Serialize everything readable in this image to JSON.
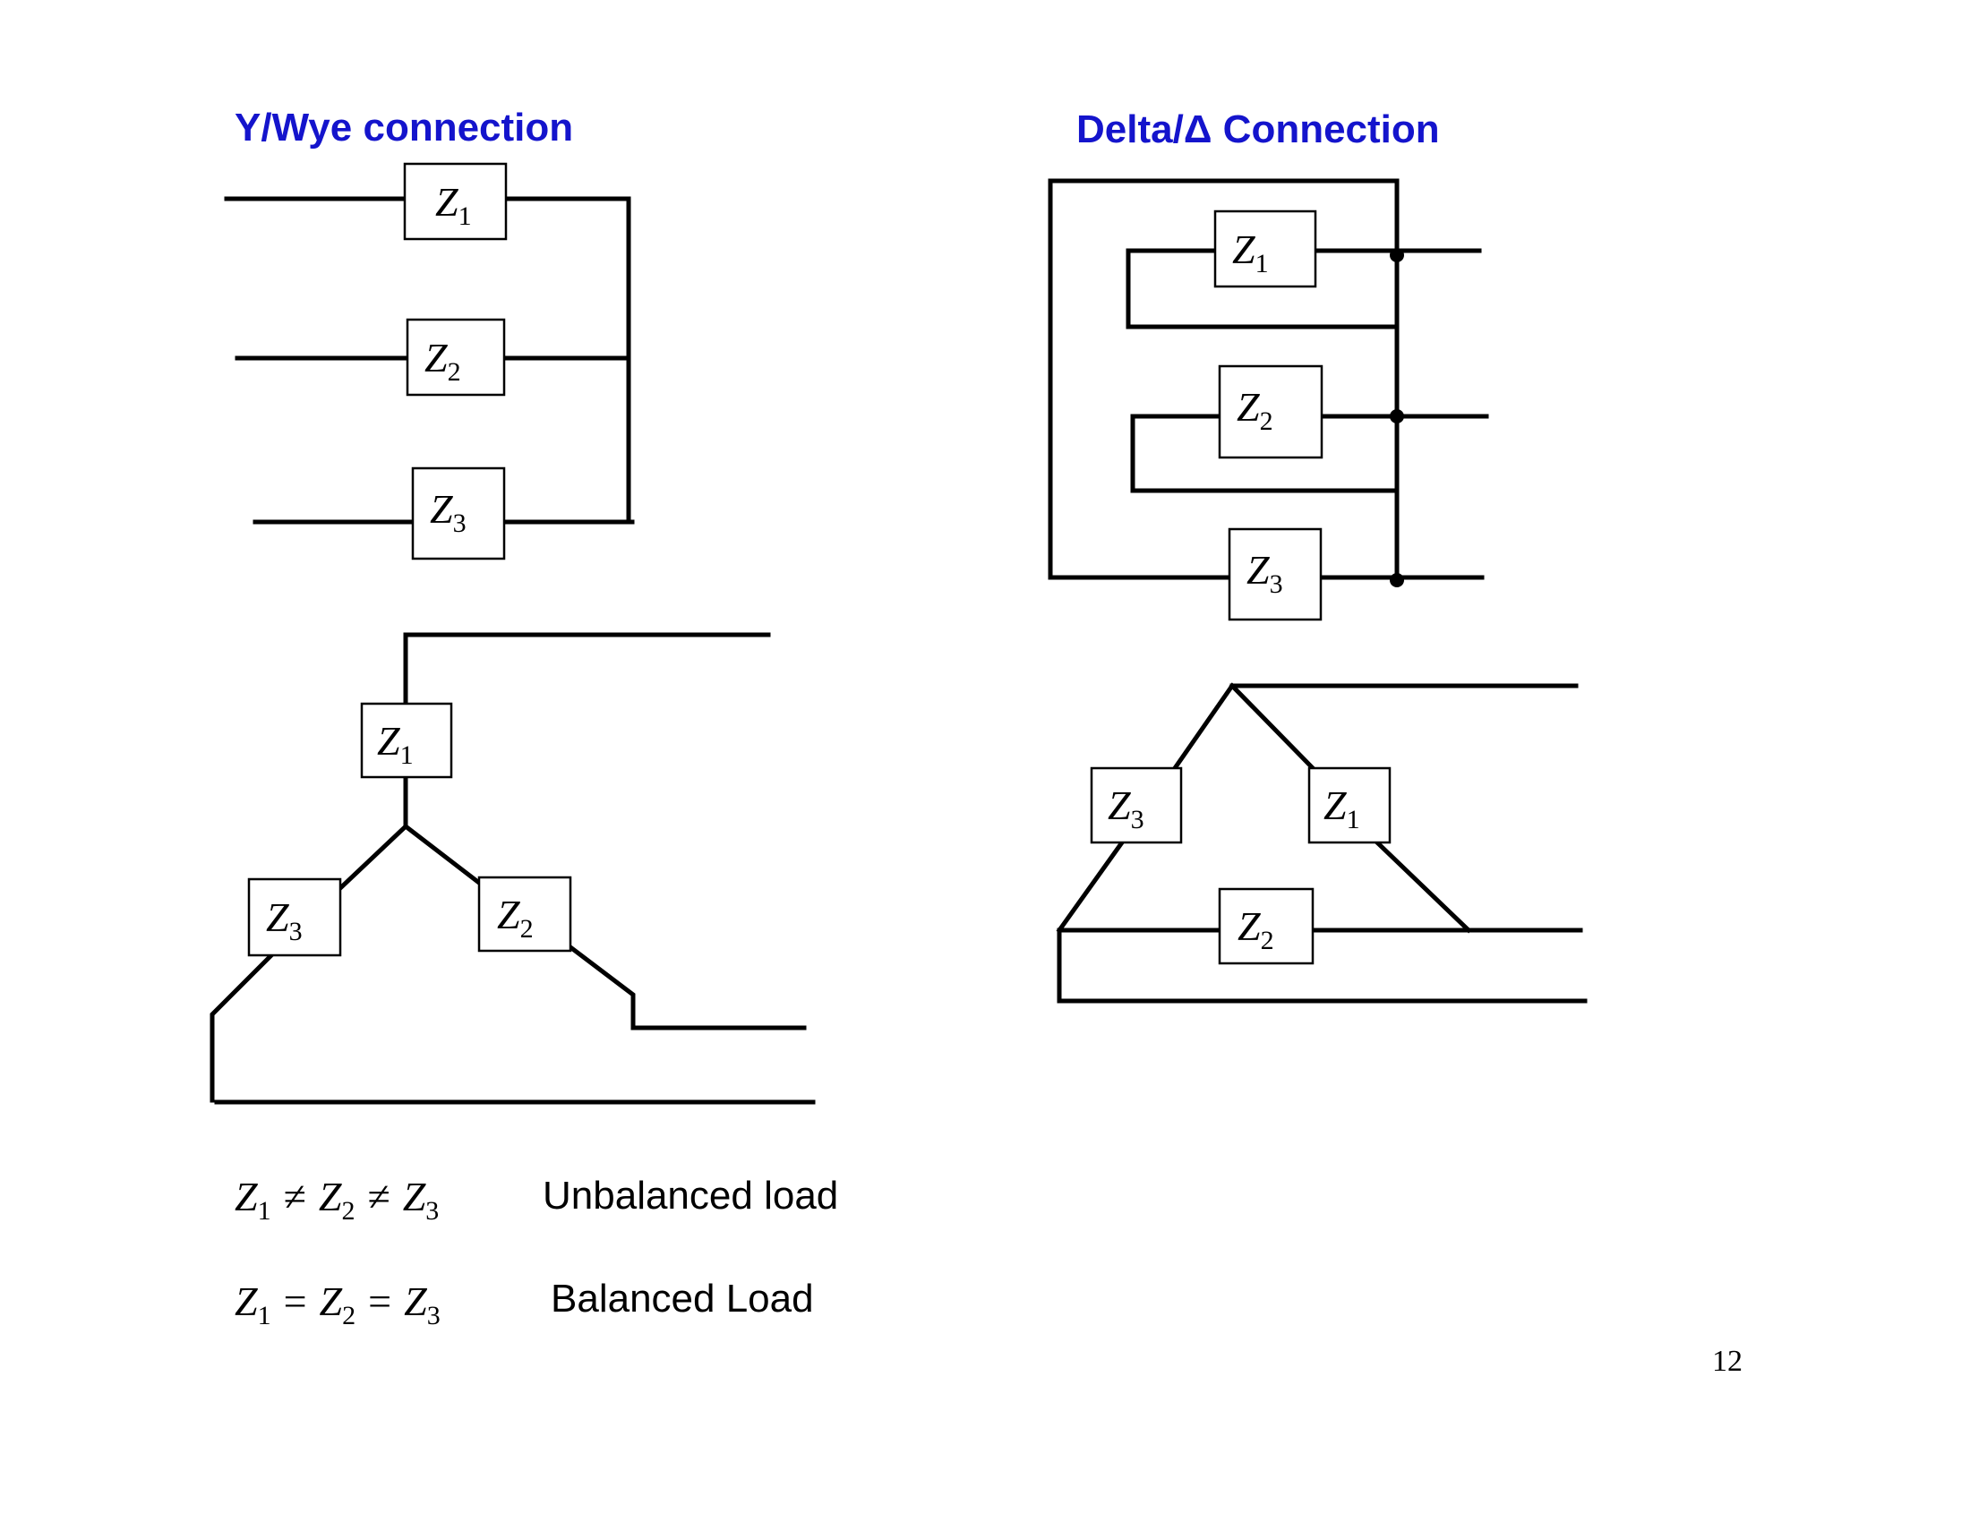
{
  "wye": {
    "title": "Y/Wye connection",
    "schematic_labels": [
      "Z",
      "Z",
      "Z"
    ],
    "schematic_subs": [
      "1",
      "2",
      "3"
    ],
    "star_labels": [
      "Z",
      "Z",
      "Z"
    ],
    "star_subs": [
      "1",
      "2",
      "3"
    ]
  },
  "delta": {
    "title": "Delta/Δ Connection",
    "schematic_labels": [
      "Z",
      "Z",
      "Z"
    ],
    "schematic_subs": [
      "1",
      "2",
      "3"
    ],
    "triangle_labels": [
      "Z",
      "Z",
      "Z"
    ],
    "triangle_subs": [
      "1",
      "2",
      "3"
    ]
  },
  "conditions": [
    {
      "terms": [
        "Z",
        "Z",
        "Z"
      ],
      "subs": [
        "1",
        "2",
        "3"
      ],
      "operators": [
        "≠",
        "≠"
      ],
      "description": "Unbalanced load"
    },
    {
      "terms": [
        "Z",
        "Z",
        "Z"
      ],
      "subs": [
        "1",
        "2",
        "3"
      ],
      "operators": [
        "=",
        "="
      ],
      "description": "Balanced Load"
    }
  ],
  "page_number": "12",
  "colors": {
    "heading": "#1414cc",
    "lines": "#000000"
  }
}
